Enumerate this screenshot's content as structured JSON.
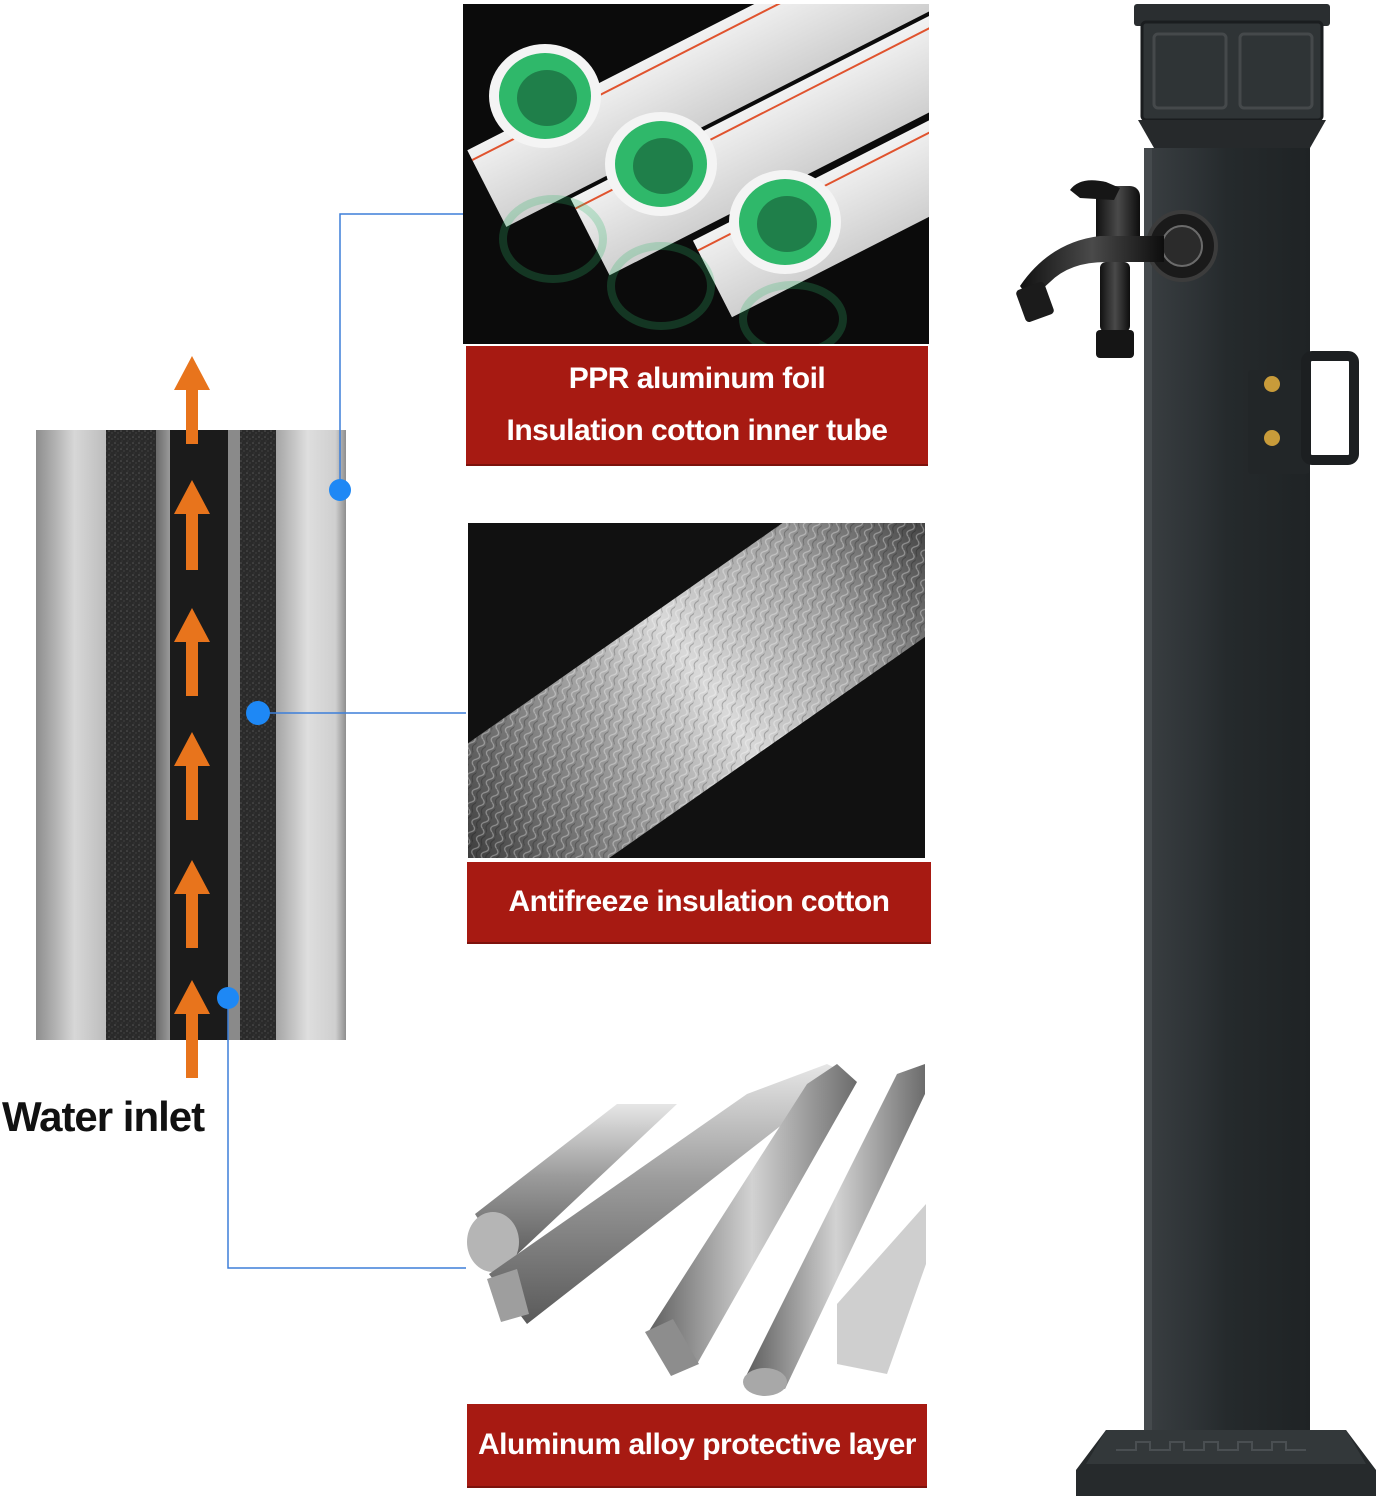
{
  "diagram": {
    "inlet_label": "Water inlet"
  },
  "layers": [
    {
      "label_lines": [
        "PPR aluminum foil",
        "Insulation cotton inner tube"
      ]
    },
    {
      "label_lines": [
        "Antifreeze insulation cotton"
      ]
    },
    {
      "label_lines": [
        "Aluminum alloy protective layer"
      ]
    }
  ],
  "colors": {
    "banner": "#a71a12",
    "arrow": "#e8741c",
    "pointer": "#1e88f5",
    "pillar": "#2b2f31"
  },
  "icons": {
    "flow": "up-arrow-icon",
    "pointer": "dot-icon"
  }
}
